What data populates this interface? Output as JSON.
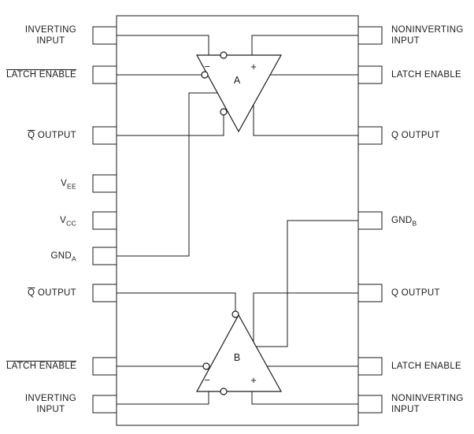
{
  "colors": {
    "line": "#1a1a1a",
    "text": "#1a1a1a",
    "background": "#ffffff"
  },
  "comparators": {
    "a": {
      "label": "A",
      "minus": "−",
      "plus": "+"
    },
    "b": {
      "label": "B",
      "minus": "−",
      "plus": "+"
    }
  },
  "pins": {
    "left": [
      {
        "line1": "INVERTING",
        "line2": "INPUT"
      },
      {
        "overline": "LATCH ENABLE"
      },
      {
        "overline": "Q",
        "rest": " OUTPUT"
      },
      {
        "base": "V",
        "sub": "EE"
      },
      {
        "base": "V",
        "sub": "CC"
      },
      {
        "base": "GND",
        "sub": "A"
      },
      {
        "overline": "Q",
        "rest": " OUTPUT"
      },
      {
        "overline": "LATCH ENABLE"
      },
      {
        "line1": "INVERTING",
        "line2": "INPUT"
      }
    ],
    "right": [
      {
        "line1": "NONINVERTING",
        "line2": "INPUT"
      },
      {
        "text": "LATCH ENABLE"
      },
      {
        "text": "Q OUTPUT"
      },
      {
        "base": "GND",
        "sub": "B"
      },
      {
        "text": "Q OUTPUT"
      },
      {
        "text": "LATCH ENABLE"
      },
      {
        "line1": "NONINVERTING",
        "line2": "INPUT"
      }
    ]
  }
}
